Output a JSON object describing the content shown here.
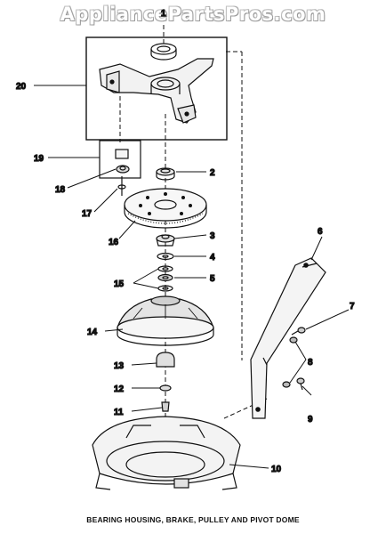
{
  "watermark": "AppliancePartsPros.com",
  "caption": "BEARING HOUSING, BRAKE, PULLEY AND PIVOT DOME",
  "callouts": [
    "1",
    "2",
    "3",
    "4",
    "5",
    "6",
    "7",
    "8",
    "9",
    "10",
    "11",
    "12",
    "13",
    "14",
    "15",
    "16",
    "17",
    "18",
    "19",
    "20"
  ]
}
